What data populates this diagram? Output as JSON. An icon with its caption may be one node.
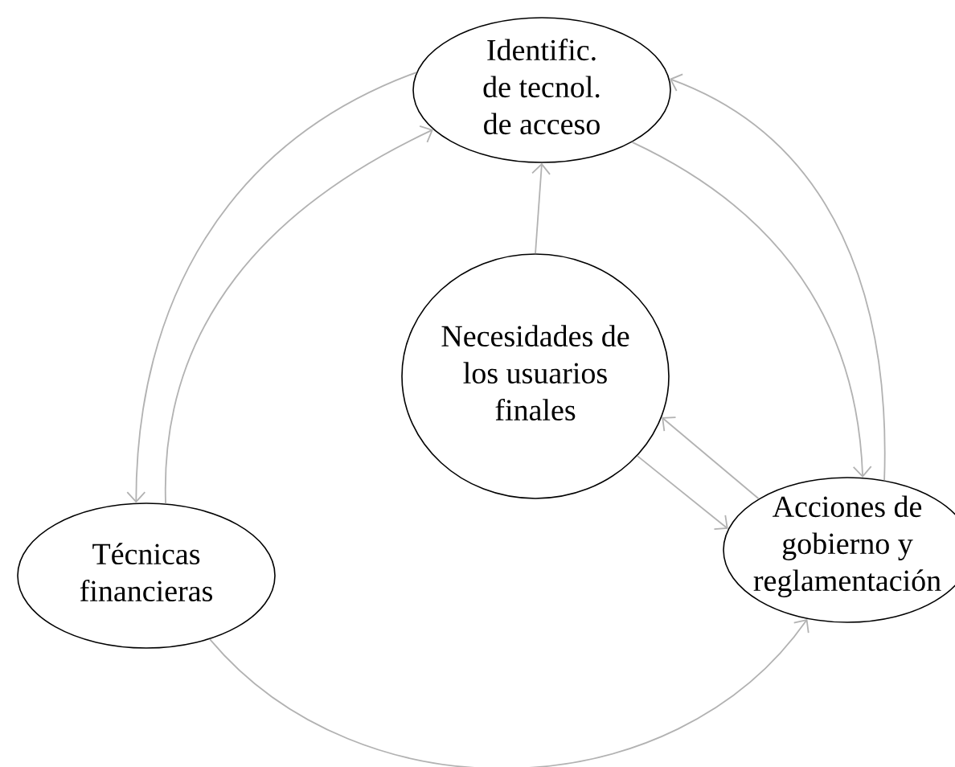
{
  "diagram": {
    "nodes": [
      {
        "text": [
          "Identific. de tecnol. de acceso"
        ]
      },
      {
        "text": [
          "Necesidades de los usuarios finales"
        ]
      },
      {
        "text": [
          "Técnicas financieras"
        ]
      },
      {
        "text": [
          "Acciones de gobierno y reglamentación"
        ]
      }
    ],
    "edges": [
      {
        "from": 0,
        "to": 2,
        "arrow": "to"
      },
      {
        "from": 2,
        "to": 0,
        "arrow": "to"
      },
      {
        "from": 1,
        "to": 0,
        "arrow": "to"
      },
      {
        "from": 0,
        "to": 3,
        "arrow": "to"
      },
      {
        "from": 3,
        "to": 0,
        "arrow": "to"
      },
      {
        "from": 3,
        "to": 1,
        "arrow": "to"
      },
      {
        "from": 1,
        "to": 3,
        "arrow": "to"
      },
      {
        "from": 2,
        "to": 3,
        "arrow": "to"
      }
    ]
  }
}
